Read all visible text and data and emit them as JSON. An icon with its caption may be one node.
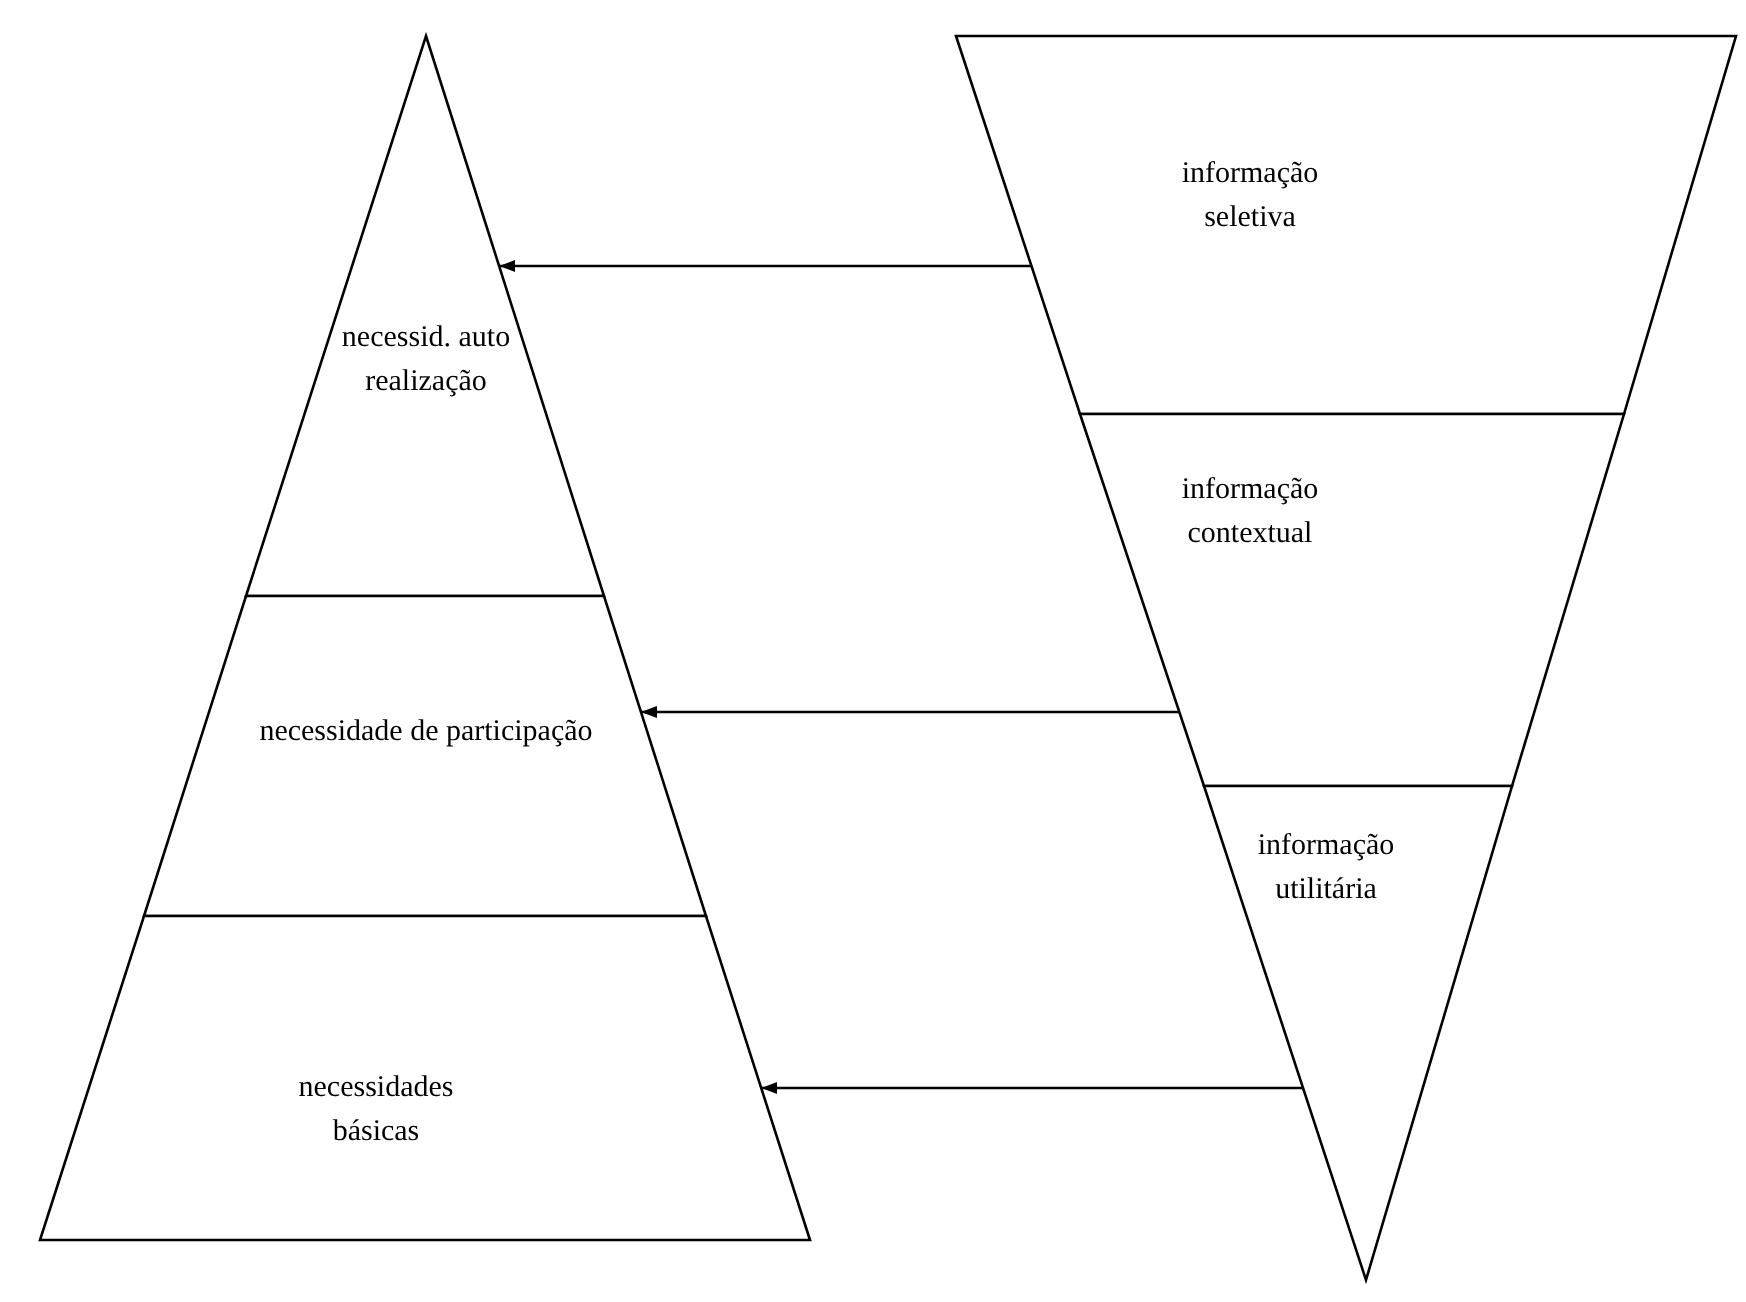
{
  "diagram": {
    "nodes": [
      {
        "text": [
          "necessid. auto realização"
        ]
      },
      {
        "text": [
          "necessidade de participação"
        ]
      },
      {
        "text": [
          "necessidades básicas"
        ]
      },
      {
        "text": [
          "informação seletiva"
        ]
      },
      {
        "text": [
          "informação contextual"
        ]
      },
      {
        "text": [
          "informação utilitária"
        ]
      }
    ],
    "edges": [
      {
        "from": 3,
        "to": 0,
        "arrow": "to"
      },
      {
        "from": 4,
        "to": 1,
        "arrow": "to"
      },
      {
        "from": 5,
        "to": 2,
        "arrow": "to"
      }
    ]
  }
}
